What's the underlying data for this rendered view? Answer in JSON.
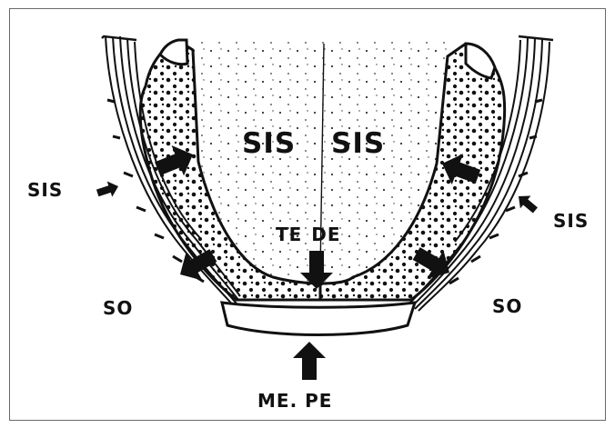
{
  "labels": {
    "sis_inner_left": "SIS",
    "sis_inner_right": "SIS",
    "sis_outer_left": "SIS",
    "sis_outer_right": "SIS",
    "te_de": "TE DE",
    "so_left": "SO",
    "so_right": "SO",
    "me_pe": "ME. PE"
  },
  "colors": {
    "ink": "#111111",
    "background": "#ffffff",
    "frame": "#6a6a6a"
  }
}
